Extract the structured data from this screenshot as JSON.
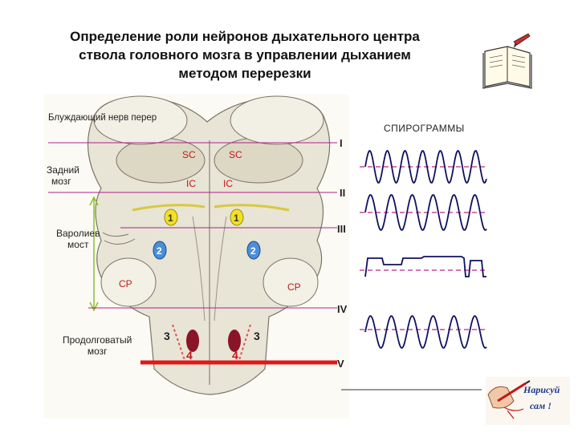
{
  "title": {
    "line1": "Определение роли нейронов дыхательного центра",
    "line2": "ствола головного мозга в управлении дыханием",
    "line3": "методом перерезки"
  },
  "labels": {
    "vagus": "Блуждающий нерв перер",
    "hindbrain_line1": "Задний",
    "hindbrain_line2": "мозг",
    "pons_line1": "Варолиев",
    "pons_line2": "мост",
    "medulla_line1": "Продолговатый",
    "medulla_line2": "мозг",
    "spirograms": "СПИРОГРАММЫ"
  },
  "structures": {
    "sc": "SC",
    "ic": "IC",
    "cp": "CP"
  },
  "cuts": [
    "I",
    "II",
    "III",
    "IV",
    "V"
  ],
  "markers": {
    "m1": "1",
    "m2": "2",
    "m3": "3",
    "m4": "4"
  },
  "sticker": {
    "line1": "Нарисуй",
    "line2": "сам !"
  },
  "colors": {
    "cut_line": "#b0208a",
    "cut_v": "#e01818",
    "spiro_trace": "#101060",
    "spiro_baseline": "#c0208a",
    "marker_yellow": "#f2e024",
    "marker_blue": "#4a8fd8",
    "brace": "#8cbf2a"
  },
  "icons": [
    "book-icon",
    "hand-drawing-icon"
  ]
}
